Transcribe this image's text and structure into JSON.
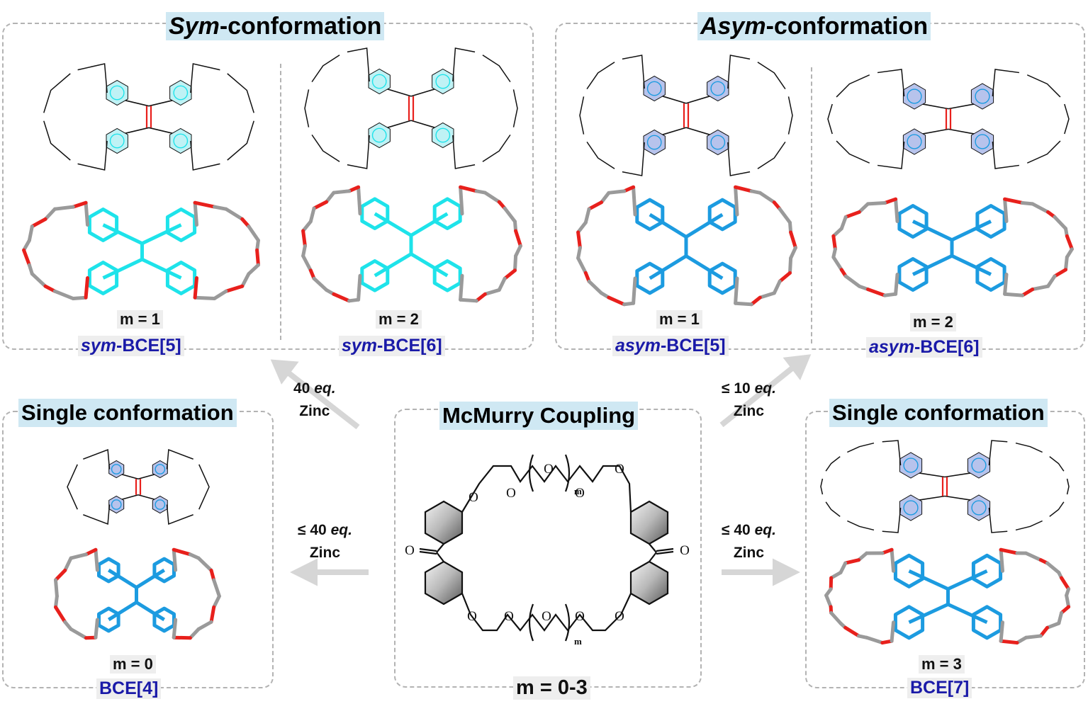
{
  "panels": {
    "sym": {
      "title_italic": "Sym",
      "title_rest": "-conformation",
      "left": {
        "m": "m = 1",
        "name_italic": "sym",
        "name_rest": "-BCE[5]"
      },
      "right": {
        "m": "m = 2",
        "name_italic": "sym",
        "name_rest": "-BCE[6]"
      }
    },
    "asym": {
      "title_italic": "Asym",
      "title_rest": "-conformation",
      "left": {
        "m": "m = 1",
        "name_italic": "asym",
        "name_rest": "-BCE[5]"
      },
      "right": {
        "m": "m = 2",
        "name_italic": "asym",
        "name_rest": "-BCE[6]"
      }
    },
    "single_left": {
      "title": "Single conformation",
      "m": "m = 0",
      "name": "BCE[4]"
    },
    "single_right": {
      "title": "Single conformation",
      "m": "m = 3",
      "name": "BCE[7]"
    },
    "center": {
      "title": "McMurry Coupling",
      "m_range": "m = 0-3",
      "subscript": "m",
      "ketone_o": "O"
    }
  },
  "arrows": {
    "to_sym": {
      "eq_value": "40",
      "eq_unit": "eq.",
      "reagent": "Zinc"
    },
    "to_asym": {
      "eq_value": "≤ 10",
      "eq_unit": "eq.",
      "reagent": "Zinc"
    },
    "to_single_left": {
      "eq_value": "≤ 40",
      "eq_unit": "eq.",
      "reagent": "Zinc"
    },
    "to_single_right": {
      "eq_value": "≤ 40",
      "eq_unit": "eq.",
      "reagent": "Zinc"
    }
  },
  "atom_label": "O",
  "colors": {
    "sym_ring": "#1ee3ea",
    "sym_ring_fill": "#bff2f5",
    "asym_ring": "#1c9be0",
    "asym_ring_fill": "#b7c3ec",
    "double_bond": "#e8201c",
    "oxygen": "#e8201c",
    "chain": "#9a9a9a",
    "panel_border": "#b3b3b3",
    "title_bg": "#cfe8f3",
    "name_text": "#1a1aa8"
  }
}
